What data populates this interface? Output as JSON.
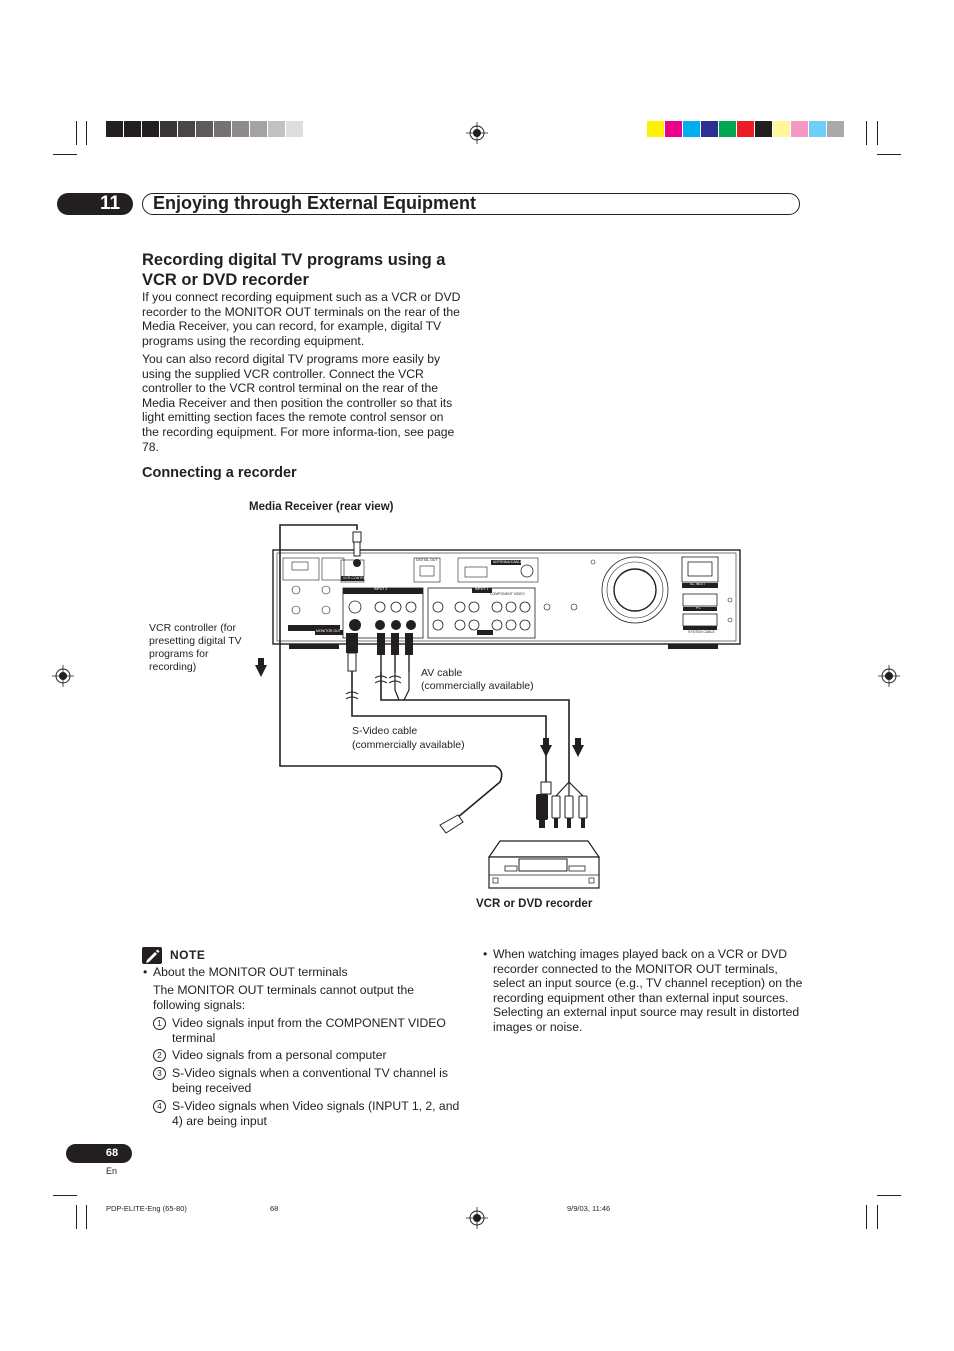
{
  "colors": {
    "ink": "#231f20",
    "left_bar": [
      "#231f20",
      "#231f20",
      "#231f20",
      "#3a3536",
      "#4a4546",
      "#5f5a5b",
      "#767172",
      "#8e898a",
      "#a6a2a3",
      "#c3c0c1",
      "#dedcdc",
      "#ffffff"
    ],
    "right_bar": [
      "#fff200",
      "#ec008c",
      "#00aeef",
      "#2e3192",
      "#00a651",
      "#ed1c24",
      "#231f20",
      "#fff799",
      "#f49ac1",
      "#6dcff6",
      "#a7a9ac"
    ]
  },
  "header": {
    "chapter_number": "11",
    "chapter_title": "Enjoying through External Equipment"
  },
  "section": {
    "title": "Recording digital TV programs using a VCR or DVD recorder",
    "para1": "If you connect recording equipment such as a VCR or DVD recorder to the MONITOR OUT terminals on the rear of the Media Receiver, you can record, for example, digital TV programs using the recording equipment.",
    "para2": "You can also record digital TV programs more easily by using the supplied VCR controller. Connect the VCR controller to the VCR control terminal on the rear of the Media Receiver and then position the controller so that its light emitting section faces the remote control sensor on the recording equipment. For more informa-tion, see page 78.",
    "subtitle": "Connecting a recorder"
  },
  "diagram": {
    "receiver_label": "Media Receiver (rear view)",
    "vcr_controller_label": "VCR controller (for presetting digital TV programs for recording)",
    "av_cable_label": "AV cable",
    "av_cable_note": "(commercially available)",
    "svideo_cable_label": "S-Video cable",
    "svideo_cable_note": "(commercially available)",
    "recorder_label": "VCR or DVD recorder",
    "panel_labels": {
      "input2": "INPUT 2",
      "input1": "INPUT 1",
      "digital_out": "DIGITAL OUT",
      "monitor_out": "MONITOR OUT",
      "ac_inlet": "AC INLET",
      "antenna": "ANTENNA/CABLE",
      "vcr_control": "VCR CONTROL",
      "component_video": "COMPONENT VIDEO",
      "pc": "PC",
      "system_cable": "SYSTEM CABLE"
    }
  },
  "note": {
    "title": "NOTE",
    "bullet1": "About the MONITOR OUT terminals",
    "intro": "The MONITOR OUT terminals cannot output the following signals:",
    "items": [
      {
        "num": "1",
        "text": "Video signals input from the COMPONENT VIDEO terminal"
      },
      {
        "num": "2",
        "text": "Video signals from a personal computer"
      },
      {
        "num": "3",
        "text": "S-Video signals when a conventional TV channel is being received"
      },
      {
        "num": "4",
        "text": "S-Video signals when Video signals (INPUT 1, 2, and 4) are being input"
      }
    ],
    "bullet2": "When watching images played back on a VCR or DVD recorder connected to the MONITOR OUT terminals, select an input source (e.g., TV channel reception) on the recording equipment other than external input sources. Selecting an external input source may result in distorted images or noise."
  },
  "page": {
    "number": "68",
    "lang": "En"
  },
  "footer": {
    "file": "PDP-ELITE-Eng (65-80)",
    "page": "68",
    "timestamp": "9/9/03, 11:46"
  }
}
